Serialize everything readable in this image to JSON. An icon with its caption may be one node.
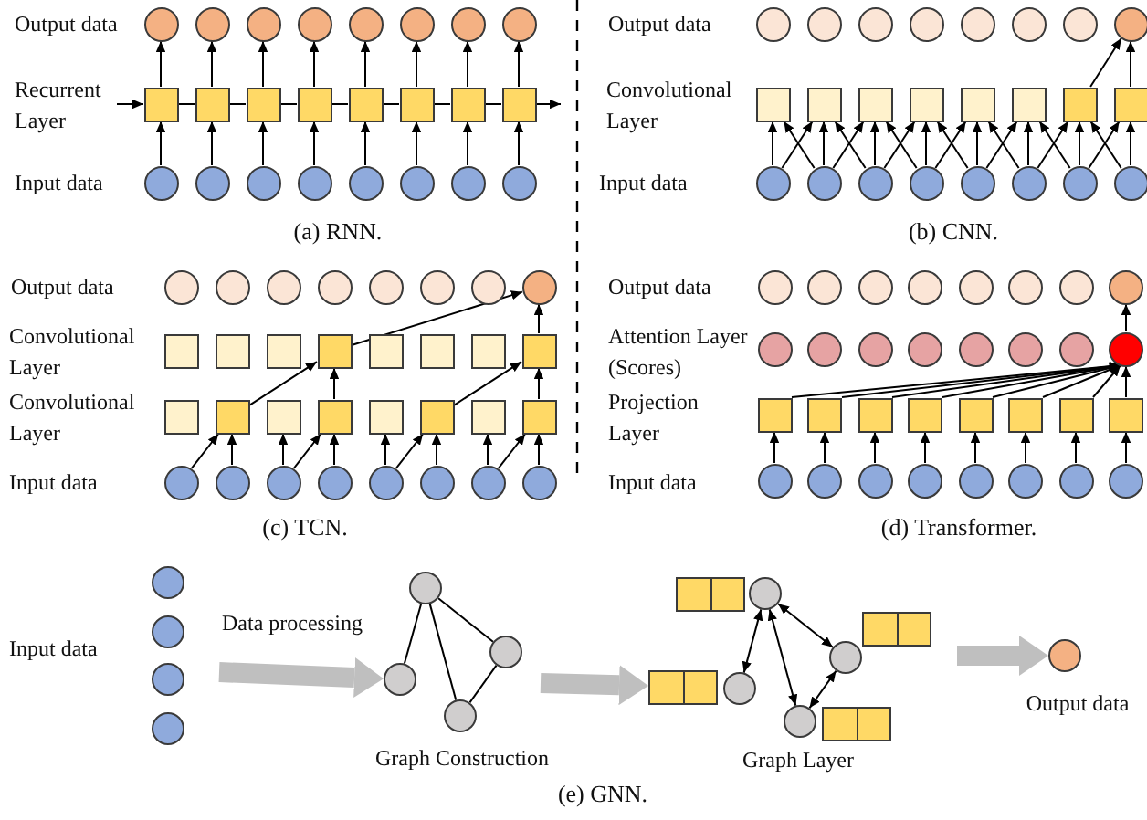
{
  "diagram": {
    "nodes": [
      {
        "text": [],
        "shape": "circle"
      },
      {
        "text": [],
        "shape": "circle"
      },
      {
        "text": [],
        "shape": "circle"
      },
      {
        "text": [],
        "shape": "circle"
      },
      {
        "text": [],
        "shape": "circle"
      },
      {
        "text": [],
        "shape": "circle"
      },
      {
        "text": [],
        "shape": "circle"
      },
      {
        "text": [],
        "shape": "circle"
      },
      {
        "text": [],
        "shape": "box"
      },
      {
        "text": [],
        "shape": "box"
      },
      {
        "text": [],
        "shape": "box"
      },
      {
        "text": [],
        "shape": "box"
      },
      {
        "text": [],
        "shape": "box"
      },
      {
        "text": [],
        "shape": "box"
      },
      {
        "text": [],
        "shape": "box"
      },
      {
        "text": [],
        "shape": "box"
      },
      {
        "text": [],
        "shape": "circle"
      },
      {
        "text": [],
        "shape": "circle"
      },
      {
        "text": [],
        "shape": "circle"
      },
      {
        "text": [],
        "shape": "circle"
      },
      {
        "text": [],
        "shape": "circle"
      },
      {
        "text": [],
        "shape": "circle"
      },
      {
        "text": [],
        "shape": "circle"
      },
      {
        "text": [],
        "shape": "circle"
      },
      {
        "text": [],
        "shape": "circle"
      },
      {
        "text": [],
        "shape": "circle"
      },
      {
        "text": [],
        "shape": "circle"
      },
      {
        "text": [],
        "shape": "circle"
      },
      {
        "text": [],
        "shape": "circle"
      },
      {
        "text": [],
        "shape": "circle"
      },
      {
        "text": [],
        "shape": "circle"
      },
      {
        "text": [],
        "shape": "circle"
      },
      {
        "text": [],
        "shape": "box"
      },
      {
        "text": [],
        "shape": "box"
      },
      {
        "text": [],
        "shape": "box"
      },
      {
        "text": [],
        "shape": "box"
      },
      {
        "text": [],
        "shape": "box"
      },
      {
        "text": [],
        "shape": "box"
      },
      {
        "text": [],
        "shape": "box"
      },
      {
        "text": [],
        "shape": "box"
      },
      {
        "text": [],
        "shape": "circle"
      },
      {
        "text": [],
        "shape": "circle"
      },
      {
        "text": [],
        "shape": "circle"
      },
      {
        "text": [],
        "shape": "circle"
      },
      {
        "text": [],
        "shape": "circle"
      },
      {
        "text": [],
        "shape": "circle"
      },
      {
        "text": [],
        "shape": "circle"
      },
      {
        "text": [],
        "shape": "circle"
      },
      {
        "text": [],
        "shape": "circle"
      },
      {
        "text": [],
        "shape": "circle"
      },
      {
        "text": [],
        "shape": "circle"
      },
      {
        "text": [],
        "shape": "circle"
      },
      {
        "text": [],
        "shape": "circle"
      },
      {
        "text": [],
        "shape": "circle"
      },
      {
        "text": [],
        "shape": "circle"
      },
      {
        "text": [],
        "shape": "circle"
      },
      {
        "text": [],
        "shape": "box"
      },
      {
        "text": [],
        "shape": "box"
      },
      {
        "text": [],
        "shape": "box"
      },
      {
        "text": [],
        "shape": "box"
      },
      {
        "text": [],
        "shape": "box"
      },
      {
        "text": [],
        "shape": "box"
      },
      {
        "text": [],
        "shape": "box"
      },
      {
        "text": [],
        "shape": "box"
      },
      {
        "text": [],
        "shape": "box"
      },
      {
        "text": [],
        "shape": "box"
      },
      {
        "text": [],
        "shape": "box"
      },
      {
        "text": [],
        "shape": "box"
      },
      {
        "text": [],
        "shape": "box"
      },
      {
        "text": [],
        "shape": "box"
      },
      {
        "text": [],
        "shape": "box"
      },
      {
        "text": [],
        "shape": "box"
      },
      {
        "text": [],
        "shape": "circle"
      },
      {
        "text": [],
        "shape": "circle"
      },
      {
        "text": [],
        "shape": "circle"
      },
      {
        "text": [],
        "shape": "circle"
      },
      {
        "text": [],
        "shape": "circle"
      },
      {
        "text": [],
        "shape": "circle"
      },
      {
        "text": [],
        "shape": "circle"
      },
      {
        "text": [],
        "shape": "circle"
      },
      {
        "text": [],
        "shape": "circle"
      },
      {
        "text": [],
        "shape": "circle"
      },
      {
        "text": [],
        "shape": "circle"
      },
      {
        "text": [],
        "shape": "circle"
      },
      {
        "text": [],
        "shape": "circle"
      },
      {
        "text": [],
        "shape": "circle"
      },
      {
        "text": [],
        "shape": "circle"
      },
      {
        "text": [],
        "shape": "circle"
      },
      {
        "text": [],
        "shape": "circle"
      },
      {
        "text": [],
        "shape": "circle"
      },
      {
        "text": [],
        "shape": "circle"
      },
      {
        "text": [],
        "shape": "circle"
      },
      {
        "text": [],
        "shape": "circle"
      },
      {
        "text": [],
        "shape": "circle"
      },
      {
        "text": [],
        "shape": "circle"
      },
      {
        "text": [],
        "shape": "circle"
      },
      {
        "text": [],
        "shape": "box"
      },
      {
        "text": [],
        "shape": "box"
      },
      {
        "text": [],
        "shape": "box"
      },
      {
        "text": [],
        "shape": "box"
      },
      {
        "text": [],
        "shape": "box"
      },
      {
        "text": [],
        "shape": "box"
      },
      {
        "text": [],
        "shape": "box"
      },
      {
        "text": [],
        "shape": "box"
      },
      {
        "text": [],
        "shape": "circle"
      },
      {
        "text": [],
        "shape": "circle"
      },
      {
        "text": [],
        "shape": "circle"
      },
      {
        "text": [],
        "shape": "circle"
      },
      {
        "text": [],
        "shape": "circle"
      },
      {
        "text": [],
        "shape": "circle"
      },
      {
        "text": [],
        "shape": "circle"
      },
      {
        "text": [],
        "shape": "circle"
      },
      {
        "text": [],
        "shape": "circle"
      },
      {
        "text": [],
        "shape": "circle"
      },
      {
        "text": [],
        "shape": "circle"
      },
      {
        "text": [],
        "shape": "circle"
      },
      {
        "text": [],
        "shape": "circle"
      },
      {
        "text": [],
        "shape": "circle"
      },
      {
        "text": [],
        "shape": "circle"
      },
      {
        "text": [],
        "shape": "circle"
      },
      {
        "text": [],
        "shape": "bar"
      },
      {
        "text": [],
        "shape": "circle"
      },
      {
        "text": [],
        "shape": "bar"
      },
      {
        "text": [],
        "shape": "circle"
      },
      {
        "text": [],
        "shape": "bar"
      },
      {
        "text": [],
        "shape": "circle"
      },
      {
        "text": [],
        "shape": "circle"
      },
      {
        "text": [],
        "shape": "bar"
      },
      {
        "text": [],
        "shape": "circle"
      }
    ],
    "edges": [
      {
        "from": 16,
        "to": 8,
        "arrow": "to"
      },
      {
        "from": 17,
        "to": 9,
        "arrow": "to"
      },
      {
        "from": 18,
        "to": 10,
        "arrow": "to"
      },
      {
        "from": 19,
        "to": 11,
        "arrow": "to"
      },
      {
        "from": 20,
        "to": 12,
        "arrow": "to"
      },
      {
        "from": 21,
        "to": 13,
        "arrow": "to"
      },
      {
        "from": 22,
        "to": 14,
        "arrow": "to"
      },
      {
        "from": 23,
        "to": 15,
        "arrow": "to"
      },
      {
        "from": 8,
        "to": 0,
        "arrow": "to"
      },
      {
        "from": 9,
        "to": 1,
        "arrow": "to"
      },
      {
        "from": 10,
        "to": 2,
        "arrow": "to"
      },
      {
        "from": 11,
        "to": 3,
        "arrow": "to"
      },
      {
        "from": 12,
        "to": 4,
        "arrow": "to"
      },
      {
        "from": 13,
        "to": 5,
        "arrow": "to"
      },
      {
        "from": 14,
        "to": 6,
        "arrow": "to"
      },
      {
        "from": 15,
        "to": 7,
        "arrow": "to"
      },
      {
        "from": 8,
        "to": 9,
        "arrow": "none"
      },
      {
        "from": 9,
        "to": 10,
        "arrow": "none"
      },
      {
        "from": 10,
        "to": 11,
        "arrow": "none"
      },
      {
        "from": 11,
        "to": 12,
        "arrow": "none"
      },
      {
        "from": 12,
        "to": 13,
        "arrow": "none"
      },
      {
        "from": 13,
        "to": 14,
        "arrow": "none"
      },
      {
        "from": 14,
        "to": 15,
        "arrow": "none"
      },
      {
        "from": null,
        "to": 8,
        "arrow": "to"
      },
      {
        "from": 15,
        "to": null,
        "arrow": "to"
      },
      {
        "from": 40,
        "to": 32,
        "arrow": "to"
      },
      {
        "from": 41,
        "to": 33,
        "arrow": "to"
      },
      {
        "from": 42,
        "to": 34,
        "arrow": "to"
      },
      {
        "from": 43,
        "to": 35,
        "arrow": "to"
      },
      {
        "from": 44,
        "to": 36,
        "arrow": "to"
      },
      {
        "from": 45,
        "to": 37,
        "arrow": "to"
      },
      {
        "from": 46,
        "to": 38,
        "arrow": "to"
      },
      {
        "from": 47,
        "to": 39,
        "arrow": "to"
      },
      {
        "from": 40,
        "to": 33,
        "arrow": "to"
      },
      {
        "from": 41,
        "to": 32,
        "arrow": "to"
      },
      {
        "from": 41,
        "to": 34,
        "arrow": "to"
      },
      {
        "from": 42,
        "to": 33,
        "arrow": "to"
      },
      {
        "from": 42,
        "to": 35,
        "arrow": "to"
      },
      {
        "from": 43,
        "to": 34,
        "arrow": "to"
      },
      {
        "from": 43,
        "to": 36,
        "arrow": "to"
      },
      {
        "from": 44,
        "to": 35,
        "arrow": "to"
      },
      {
        "from": 44,
        "to": 37,
        "arrow": "to"
      },
      {
        "from": 45,
        "to": 36,
        "arrow": "to"
      },
      {
        "from": 45,
        "to": 38,
        "arrow": "to"
      },
      {
        "from": 46,
        "to": 37,
        "arrow": "to"
      },
      {
        "from": 46,
        "to": 39,
        "arrow": "to"
      },
      {
        "from": 47,
        "to": 38,
        "arrow": "to"
      },
      {
        "from": 38,
        "to": 31,
        "arrow": "to"
      },
      {
        "from": 39,
        "to": 31,
        "arrow": "to"
      },
      {
        "from": 72,
        "to": 65,
        "arrow": "to"
      },
      {
        "from": 73,
        "to": 65,
        "arrow": "to"
      },
      {
        "from": 74,
        "to": 66,
        "arrow": "to"
      },
      {
        "from": 74,
        "to": 67,
        "arrow": "to"
      },
      {
        "from": 75,
        "to": 67,
        "arrow": "to"
      },
      {
        "from": 76,
        "to": 68,
        "arrow": "to"
      },
      {
        "from": 76,
        "to": 69,
        "arrow": "to"
      },
      {
        "from": 77,
        "to": 69,
        "arrow": "to"
      },
      {
        "from": 78,
        "to": 70,
        "arrow": "to"
      },
      {
        "from": 78,
        "to": 71,
        "arrow": "to"
      },
      {
        "from": 79,
        "to": 71,
        "arrow": "to"
      },
      {
        "from": 65,
        "to": 59,
        "arrow": "to"
      },
      {
        "from": 67,
        "to": 59,
        "arrow": "to"
      },
      {
        "from": 69,
        "to": 63,
        "arrow": "to"
      },
      {
        "from": 71,
        "to": 63,
        "arrow": "to"
      },
      {
        "from": 59,
        "to": 55,
        "arrow": "to"
      },
      {
        "from": 63,
        "to": 55,
        "arrow": "to"
      },
      {
        "from": 104,
        "to": 96,
        "arrow": "to"
      },
      {
        "from": 105,
        "to": 97,
        "arrow": "to"
      },
      {
        "from": 106,
        "to": 98,
        "arrow": "to"
      },
      {
        "from": 107,
        "to": 99,
        "arrow": "to"
      },
      {
        "from": 108,
        "to": 100,
        "arrow": "to"
      },
      {
        "from": 109,
        "to": 101,
        "arrow": "to"
      },
      {
        "from": 110,
        "to": 102,
        "arrow": "to"
      },
      {
        "from": 111,
        "to": 103,
        "arrow": "to"
      },
      {
        "from": 96,
        "to": 95,
        "arrow": "to"
      },
      {
        "from": 97,
        "to": 95,
        "arrow": "to"
      },
      {
        "from": 98,
        "to": 95,
        "arrow": "to"
      },
      {
        "from": 99,
        "to": 95,
        "arrow": "to"
      },
      {
        "from": 100,
        "to": 95,
        "arrow": "to"
      },
      {
        "from": 101,
        "to": 95,
        "arrow": "to"
      },
      {
        "from": 102,
        "to": 95,
        "arrow": "to"
      },
      {
        "from": 103,
        "to": 95,
        "arrow": "to"
      },
      {
        "from": 95,
        "to": 87,
        "arrow": "to"
      },
      {
        "from": 116,
        "to": 118,
        "arrow": "none"
      },
      {
        "from": 116,
        "to": 119,
        "arrow": "none"
      },
      {
        "from": 116,
        "to": 117,
        "arrow": "none"
      },
      {
        "from": 117,
        "to": 119,
        "arrow": "none"
      },
      {
        "from": 121,
        "to": 125,
        "arrow": "both"
      },
      {
        "from": 121,
        "to": 126,
        "arrow": "both"
      },
      {
        "from": 121,
        "to": 123,
        "arrow": "both"
      },
      {
        "from": 123,
        "to": 126,
        "arrow": "both"
      },
      {
        "from": null,
        "to": 118,
        "arrow": "to",
        "label": "Data processing",
        "style": "thick",
        "color": "#bfbfbf"
      },
      {
        "from": null,
        "to": 124,
        "arrow": "to",
        "style": "thick",
        "color": "#bfbfbf"
      },
      {
        "from": null,
        "to": 128,
        "arrow": "to",
        "style": "thick",
        "color": "#bfbfbf"
      }
    ],
    "labels": [
      "Output data",
      "Recurrent Layer",
      "Input data",
      "(a) RNN.",
      "Output data",
      "Convolutional Layer",
      "Input data",
      "(b) CNN.",
      "Output data",
      "Convolutional Layer",
      "Convolutional Layer",
      "Input data",
      "(c) TCN.",
      "Output data",
      "Attention Layer (Scores)",
      "Projection Layer",
      "Input data",
      "(d) Transformer.",
      "Input data",
      "Graph Construction",
      "Graph Layer",
      "Output data",
      "(e) GNN."
    ]
  }
}
